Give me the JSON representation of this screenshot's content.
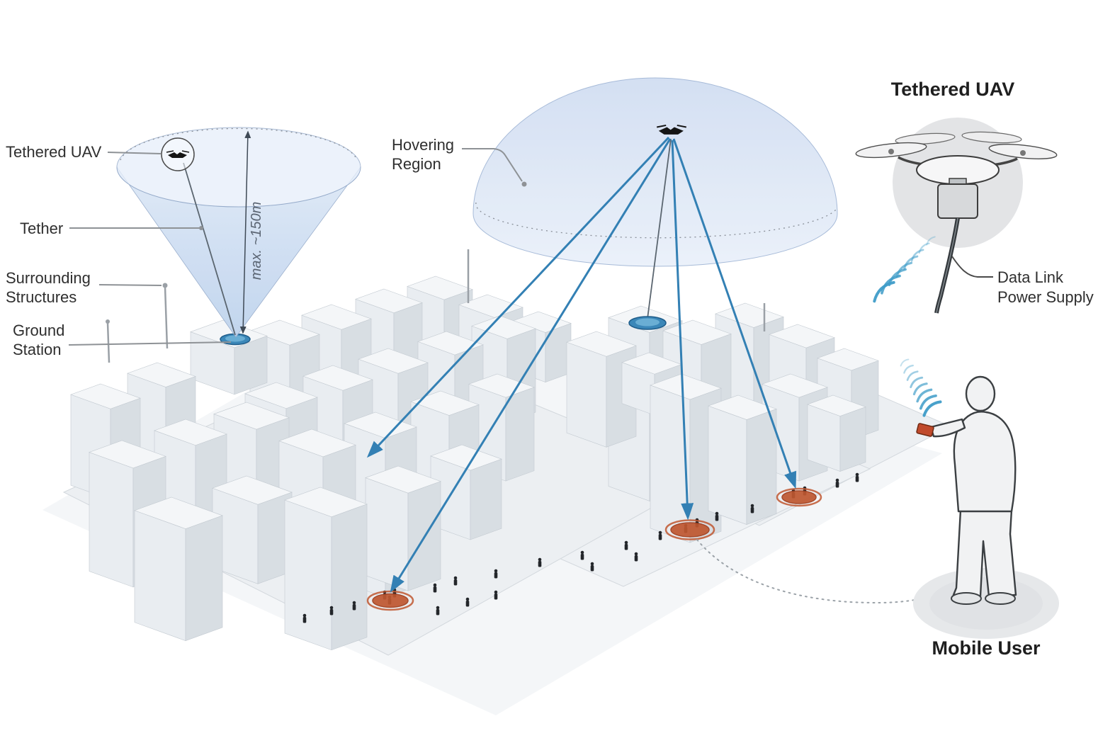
{
  "diagram": {
    "left_labels": {
      "tethered_uav": "Tethered UAV",
      "tether": "Tether",
      "surrounding_structures": [
        "Surrounding",
        "Structures"
      ],
      "ground_station": [
        "Ground",
        "Station"
      ]
    },
    "hovering_region": [
      "Hovering",
      "Region"
    ],
    "max_altitude_label": "max. ~150m",
    "right_panel": {
      "title": "Tethered UAV",
      "data_link_label": [
        "Data Link",
        "Power Supply"
      ]
    },
    "mobile_user_label": "Mobile User",
    "colors": {
      "beam_blue": "#3380b4",
      "cone_dome_fill": "#d8e4f4",
      "coverage_spot_red": "#bf5730",
      "ground_pad_blue": "#3b87b8",
      "wifi_teal": "#3f9cc8",
      "label_text": "#2f2f2f"
    }
  }
}
